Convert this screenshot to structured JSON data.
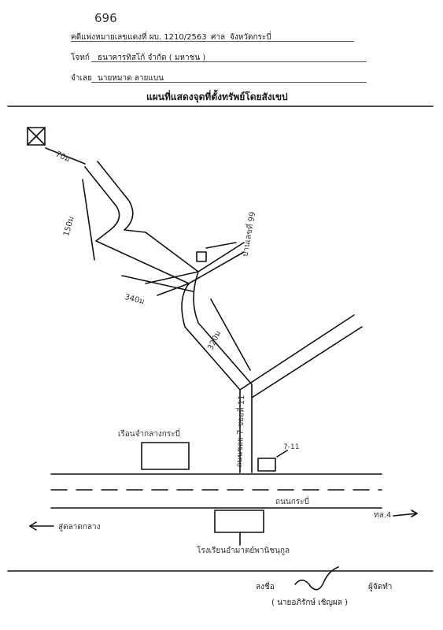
{
  "doc_number_handwritten": "696",
  "header": {
    "case_label": "คดีแพ่งหมายเลขแดงที่ ผบ. 1210/2563",
    "court_label": "ศาล",
    "court_value": "จังหวัดกระบี่",
    "plaintiff_label": "โจทก์",
    "plaintiff_value": "ธนาคารทิสโก้ จำกัด ( มหาชน )",
    "defendant_label": "จำเลย",
    "defendant_value": "นายหมาด ลายแบน"
  },
  "title": "แผนที่แสดงจุดที่ตั้งทรัพย์โดยสังเขป",
  "map": {
    "dist_70": "70ม",
    "dist_150": "150ม",
    "dist_340": "340ม",
    "dist_320": "320ม",
    "target_house": "บ้านเลขที่ 99",
    "road_label_vertical": "ถนนซอย 7 ซอยที่ 11",
    "seven_eleven": "7-11",
    "warehouse": "เรือนจำกลางกระบี่",
    "main_road": "ถนนกระบี่",
    "left_direction": "สู่ตลาดกลาง",
    "right_direction": "ทล.4",
    "school": "โรงเรียนอำมาตย์พานิชนุกูล"
  },
  "footer": {
    "sign_label": "ลงชื่อ",
    "role_label": "ผู้จัดทำ",
    "signer_name": "( นายอภิรักษ์ เชิญผล )"
  }
}
